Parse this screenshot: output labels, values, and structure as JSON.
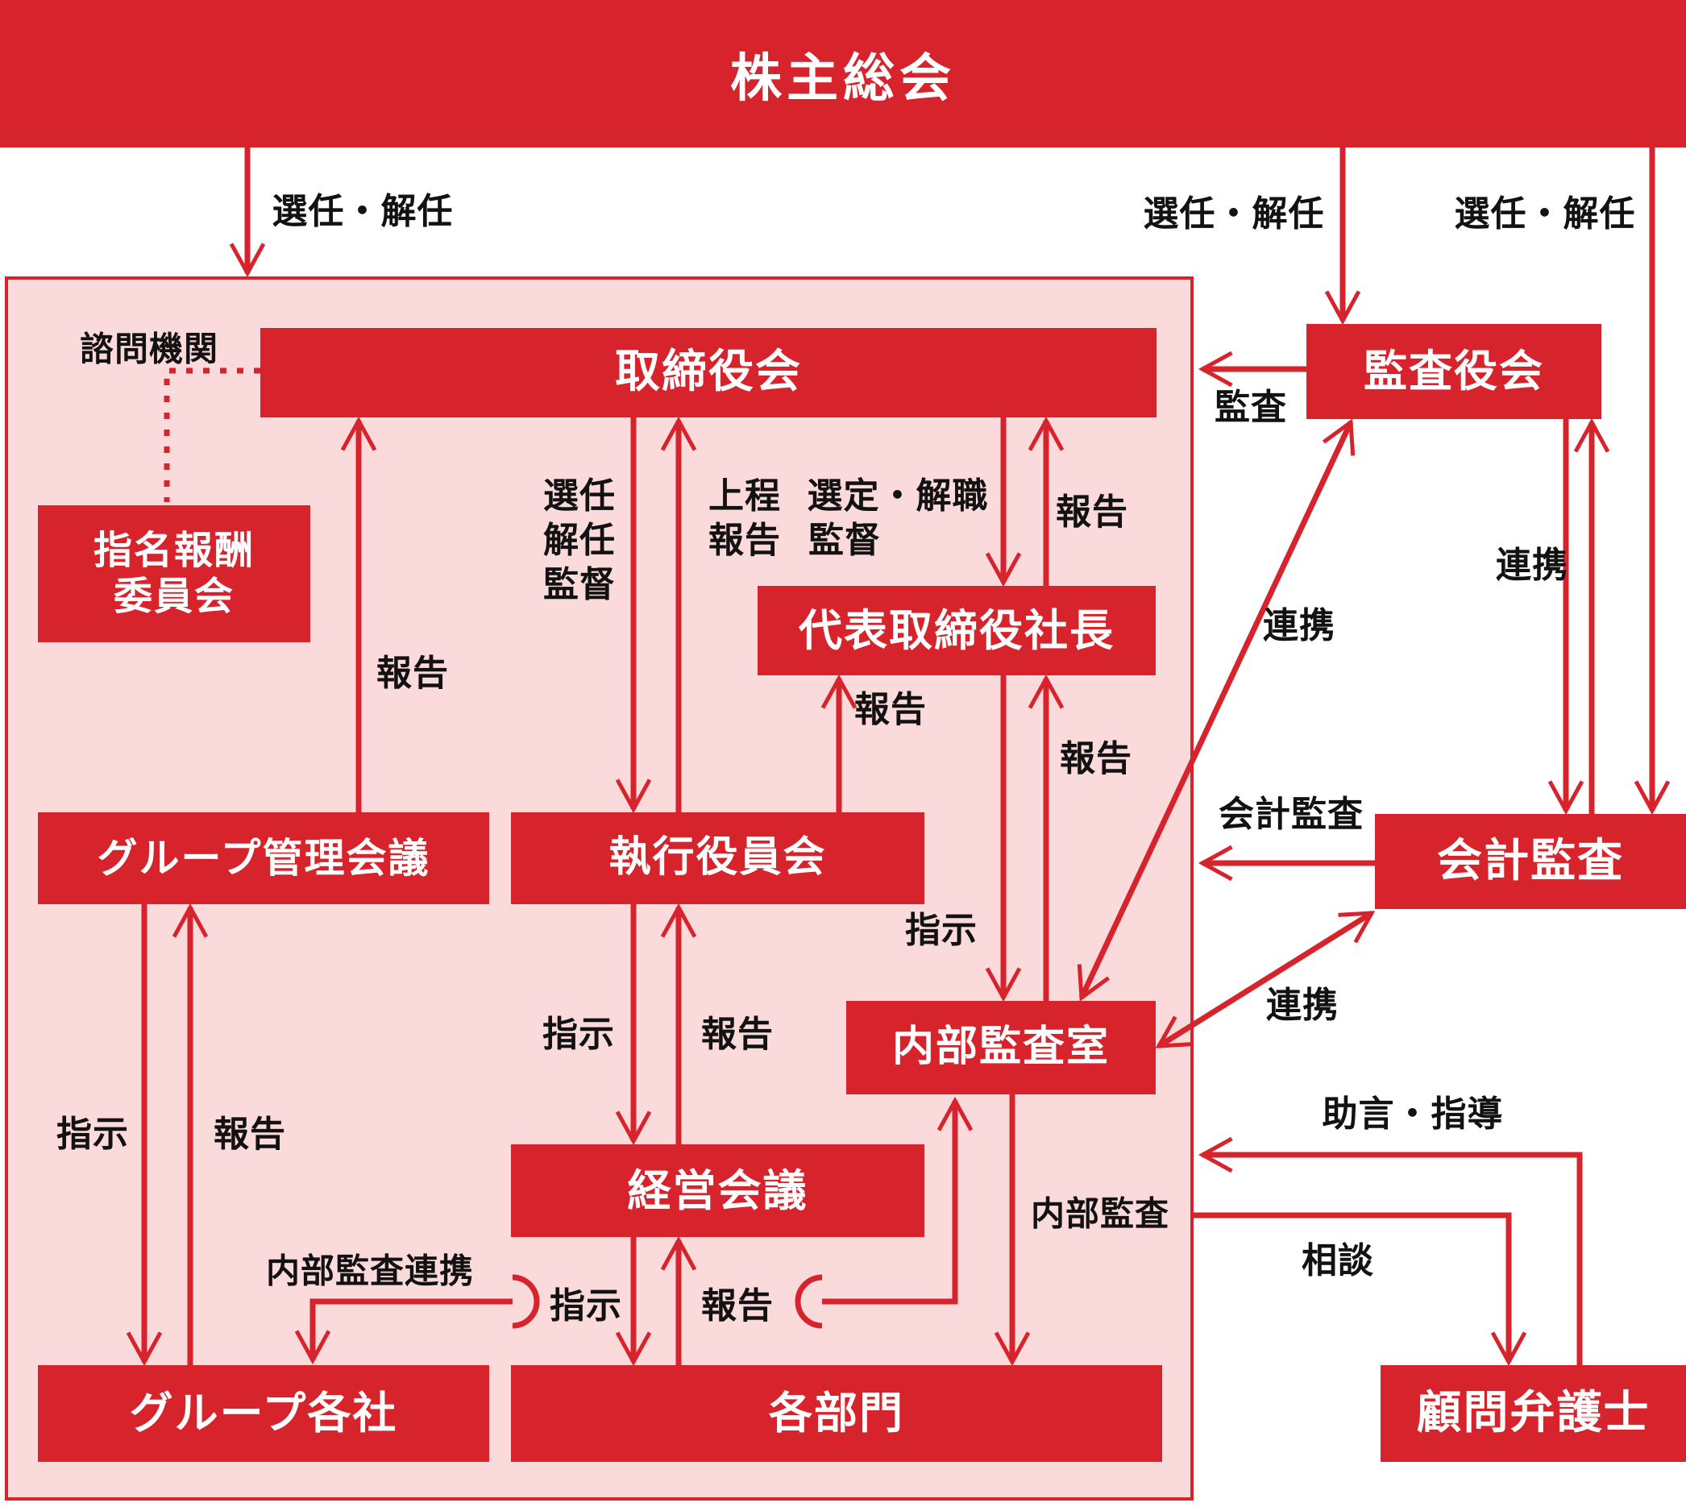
{
  "diagram": {
    "title": "株主総会",
    "colors": {
      "red": "#d7242c",
      "pink": "#fbdadc",
      "label_text": "#121212",
      "node_text": "#ffffff"
    },
    "nodes": {
      "shareholders": "株主総会",
      "board": "取締役会",
      "audit_board": "監査役会",
      "nomination_committee_line1": "指名報酬",
      "nomination_committee_line2": "委員会",
      "advisory_body_note": "諮問機関",
      "president": "代表取締役社長",
      "group_management_meeting": "グループ管理会議",
      "executive_officers_meeting": "執行役員会",
      "accounting_audit": "会計監査",
      "internal_audit_office": "内部監査室",
      "management_meeting": "経営会議",
      "group_companies": "グループ各社",
      "departments": "各部門",
      "legal_advisor": "顧問弁護士"
    },
    "edge_labels": {
      "elect_dismiss_1": "選任・解任",
      "elect_dismiss_2": "選任・解任",
      "elect_dismiss_3": "選任・解任",
      "audit": "監査",
      "report_group_mgmt_to_board": "報告",
      "appoint": "選任",
      "dismiss": "解任",
      "supervise_exec": "監督",
      "submit": "上程",
      "report_exec_to_board": "報告",
      "select_remove": "選定・解職",
      "supervise_president": "監督",
      "report_president_to_board": "報告",
      "report_exec_to_president": "報告",
      "instruct_president_to_internal": "指示",
      "report_internal_to_president": "報告",
      "cooperation_auditboard_accounting": "連携",
      "cooperation_auditboard_internal": "連携",
      "cooperation_internal_accounting": "連携",
      "accounting_audit_arrow": "会計監査",
      "instruct_exec_to_mgmt": "指示",
      "report_mgmt_to_exec": "報告",
      "instruct_group": "指示",
      "report_group": "報告",
      "advice_guidance": "助言・指導",
      "internal_audit_arrow": "内部監査",
      "consultation": "相談",
      "internal_audit_cooperation": "内部監査連携",
      "instruct_mgmt_to_dept": "指示",
      "report_dept_to_mgmt": "報告"
    }
  }
}
